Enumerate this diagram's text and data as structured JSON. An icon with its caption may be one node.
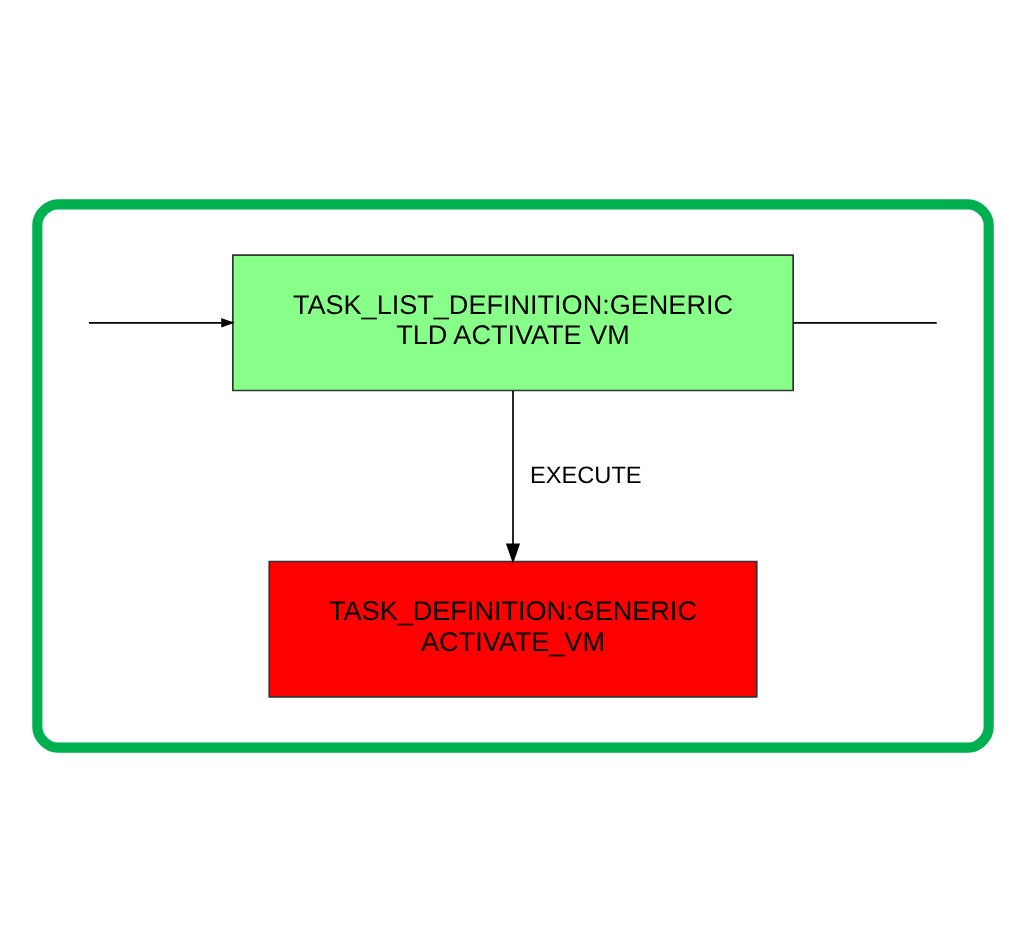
{
  "diagram": {
    "nodes": [
      {
        "text": [],
        "shape": "box"
      },
      {
        "text": [
          "TASK_LIST_DEFINITION:GENERIC",
          "TLD ACTIVATE VM"
        ],
        "in": 0
      },
      {
        "text": [
          "TASK_DEFINITION:GENERIC",
          "ACTIVATE_VM"
        ],
        "in": 0
      }
    ],
    "edges": [
      {
        "from": 1,
        "to": 2,
        "arrow": "to",
        "label": "EXECUTE"
      },
      {
        "from": 1,
        "to": null,
        "arrow": "none"
      },
      {
        "from": null,
        "to": 1,
        "arrow": "to"
      }
    ]
  }
}
